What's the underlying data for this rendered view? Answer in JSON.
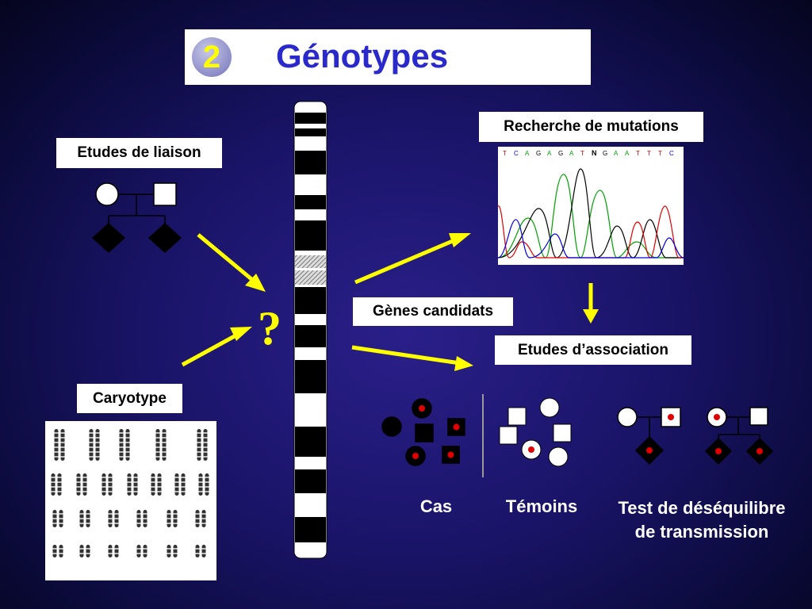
{
  "title": {
    "number": "2",
    "text": "Génotypes"
  },
  "labels": {
    "liaison": "Etudes de liaison",
    "mutations": "Recherche de mutations",
    "candidats": "Gènes candidats",
    "association": "Etudes d’association",
    "caryotype": "Caryotype"
  },
  "question_mark": "?",
  "captions": {
    "cas": "Cas",
    "temoins": "Témoins",
    "test_line1": "Test de déséquilibre",
    "test_line2": "de transmission"
  },
  "sequence": [
    "T",
    "C",
    "A",
    "G",
    "A",
    "G",
    "A",
    "T",
    "N",
    "G",
    "A",
    "A",
    "T",
    "T",
    "T",
    "C"
  ],
  "sequence_colors": {
    "T": "#e00000",
    "C": "#0000e0",
    "A": "#00a000",
    "G": "#000000",
    "N": "#000000"
  },
  "colors": {
    "arrow": "#ffff00",
    "affected_dot": "#e00000",
    "title_text": "#2a2acc",
    "title_number": "#ffff00"
  }
}
